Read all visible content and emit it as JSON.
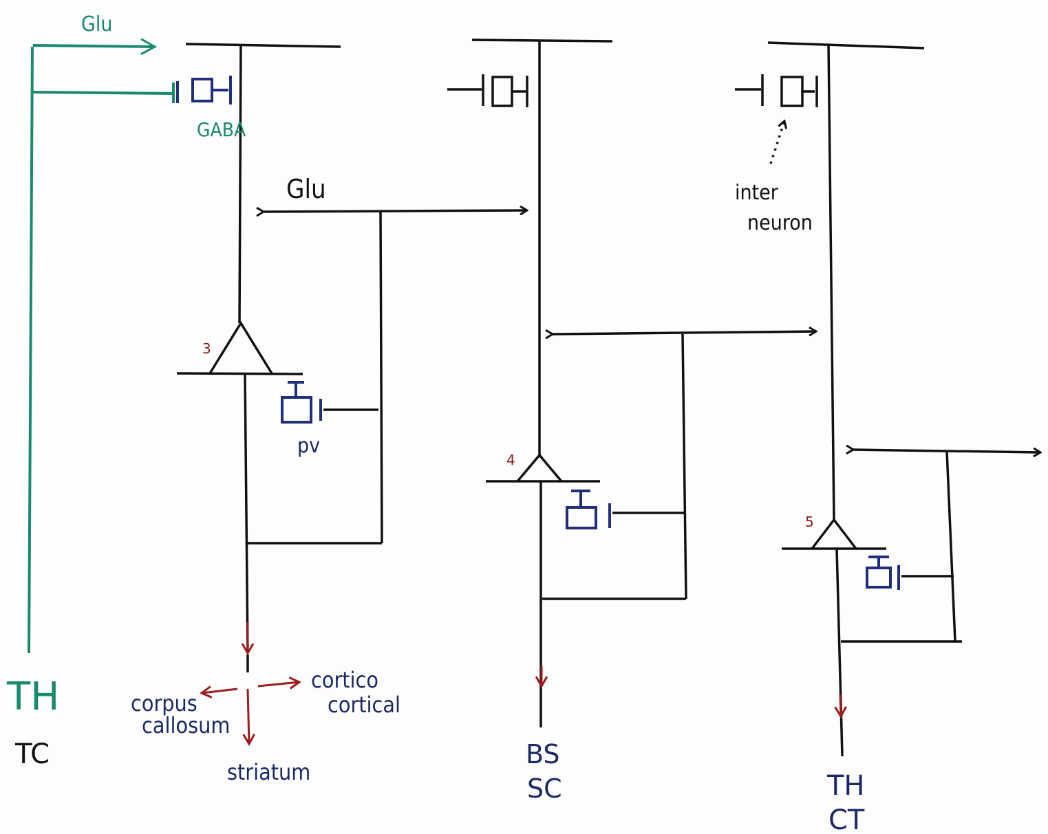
{
  "colors": {
    "ink": "#111111",
    "thalamic": "#1a8a6e",
    "inhibitory": "#1f2f7a",
    "output": "#9b1c1c",
    "label_blue": "#1b2a66",
    "label_red": "#8b1a1a"
  },
  "labels": {
    "glu_top": "Glu",
    "gaba": "GABA",
    "glu_mid": "Glu",
    "pv": "pv",
    "inter": "inter",
    "neuron": "neuron",
    "layer3": "3",
    "layer4": "4",
    "layer5": "5",
    "th_green": "TH",
    "tc": "TC",
    "corpus": "corpus",
    "callosum": "callosum",
    "cortico": "cortico",
    "cortical": "cortical",
    "striatum": "striatum",
    "bs": "BS",
    "sc": "SC",
    "th_bottom": "TH",
    "ct": "CT"
  }
}
